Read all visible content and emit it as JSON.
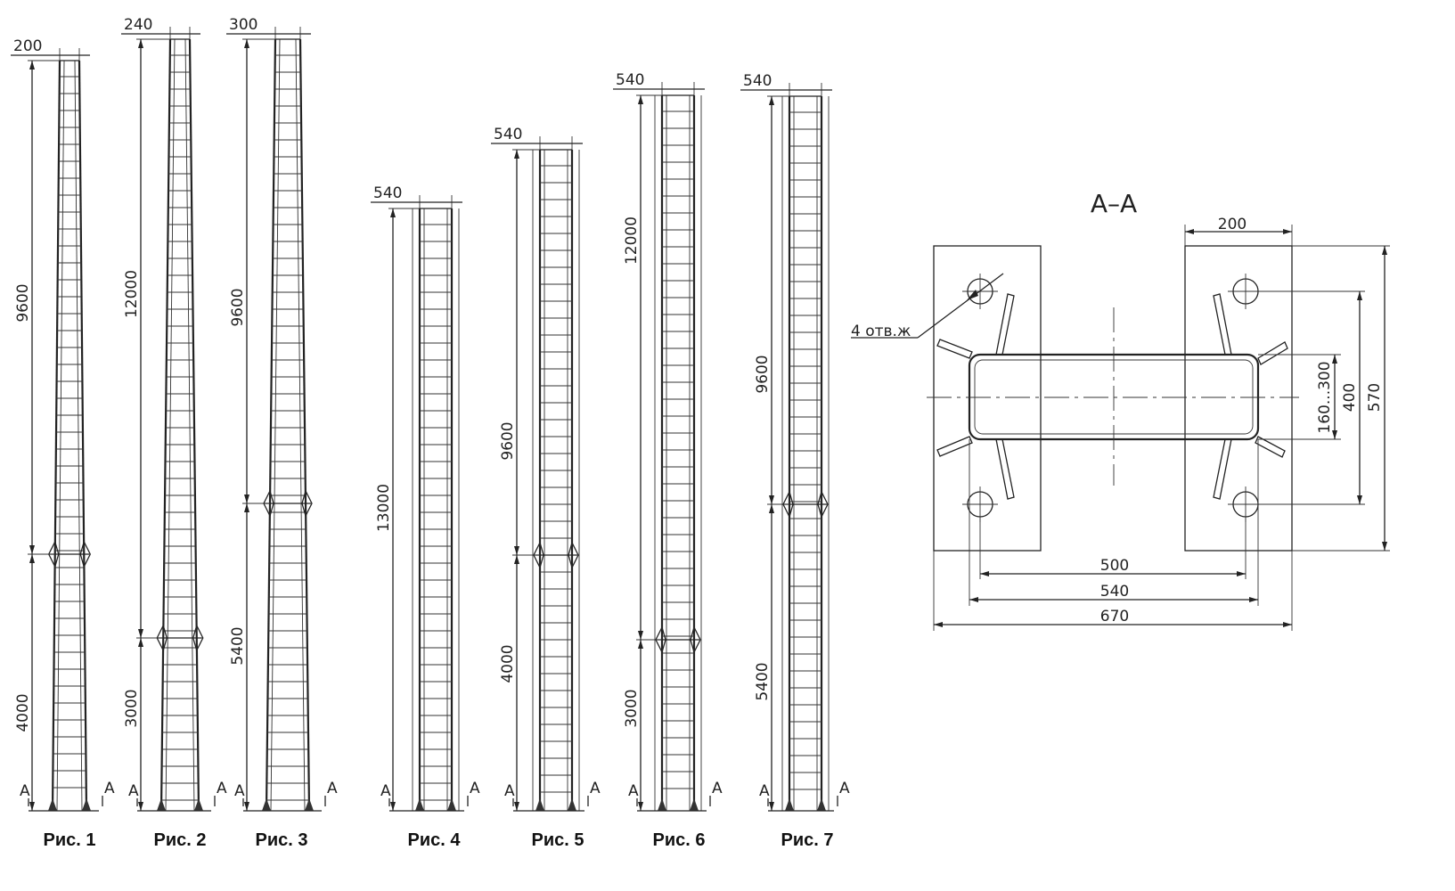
{
  "figures": [
    {
      "caption": "Рис. 1",
      "width_label": "200",
      "lengths": [
        "9600",
        "4000"
      ]
    },
    {
      "caption": "Рис. 2",
      "width_label": "240",
      "lengths": [
        "12000",
        "3000"
      ]
    },
    {
      "caption": "Рис. 3",
      "width_label": "300",
      "lengths": [
        "9600",
        "5400"
      ]
    },
    {
      "caption": "Рис. 4",
      "width_label": "540",
      "lengths": [
        "13000"
      ]
    },
    {
      "caption": "Рис. 5",
      "width_label": "540",
      "lengths": [
        "9600",
        "4000"
      ]
    },
    {
      "caption": "Рис. 6",
      "width_label": "540",
      "lengths": [
        "12000",
        "3000"
      ]
    },
    {
      "caption": "Рис. 7",
      "width_label": "540",
      "lengths": [
        "9600",
        "5400"
      ]
    }
  ],
  "section_marker": "A",
  "section": {
    "title": "A–A",
    "holes_label": "4 отв.ж",
    "dims": {
      "plate_width": "200",
      "rib_range": "160...300",
      "hole_spacing_v": "400",
      "overall_v": "570",
      "hole_spacing_h": "500",
      "plate_centers": "540",
      "overall_h": "670"
    }
  }
}
